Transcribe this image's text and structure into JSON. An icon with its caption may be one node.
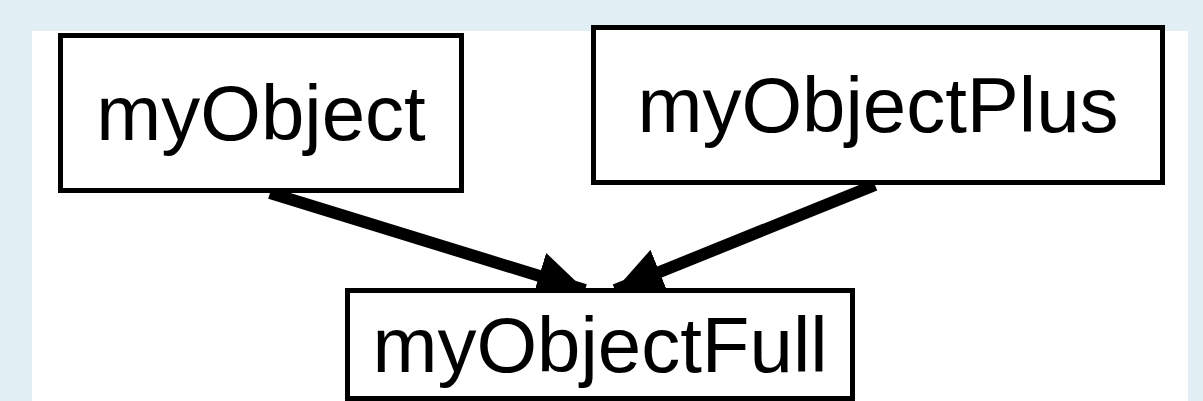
{
  "diagram": {
    "nodes": [
      {
        "text": [
          "myObject"
        ]
      },
      {
        "text": [
          "myObjectPlus"
        ]
      },
      {
        "text": [
          "myObjectFull"
        ]
      }
    ],
    "edges": [
      {
        "from": 0,
        "to": 2,
        "arrow": "to"
      },
      {
        "from": 1,
        "to": 2,
        "arrow": "to"
      }
    ]
  }
}
